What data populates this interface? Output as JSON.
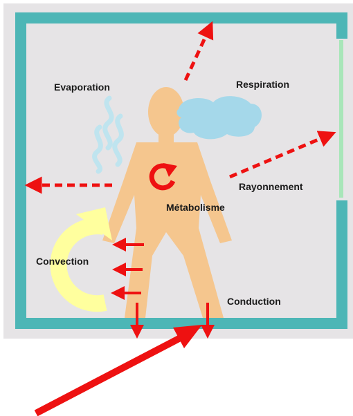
{
  "labels": {
    "evaporation": "Evaporation",
    "respiration": "Respiration",
    "rayonnement": "Rayonnement",
    "metabolisme": "Métabolisme",
    "convection": "Convection",
    "conduction": "Conduction"
  },
  "colors": {
    "background": "#e6e4e6",
    "wall": "#4db6b6",
    "window": "#a8e6b9",
    "body": "#f5c68e",
    "breath": "#a5d8ea",
    "evaporation": "#bfe4ef",
    "convection": "#ffff9e",
    "heat_arrow": "#ee1111"
  },
  "icons": {
    "metabolism": "circular-arrow-icon",
    "convection": "curved-arrow-icon",
    "evaporation": "steam-wisp-icon",
    "respiration": "breath-cloud-icon"
  }
}
